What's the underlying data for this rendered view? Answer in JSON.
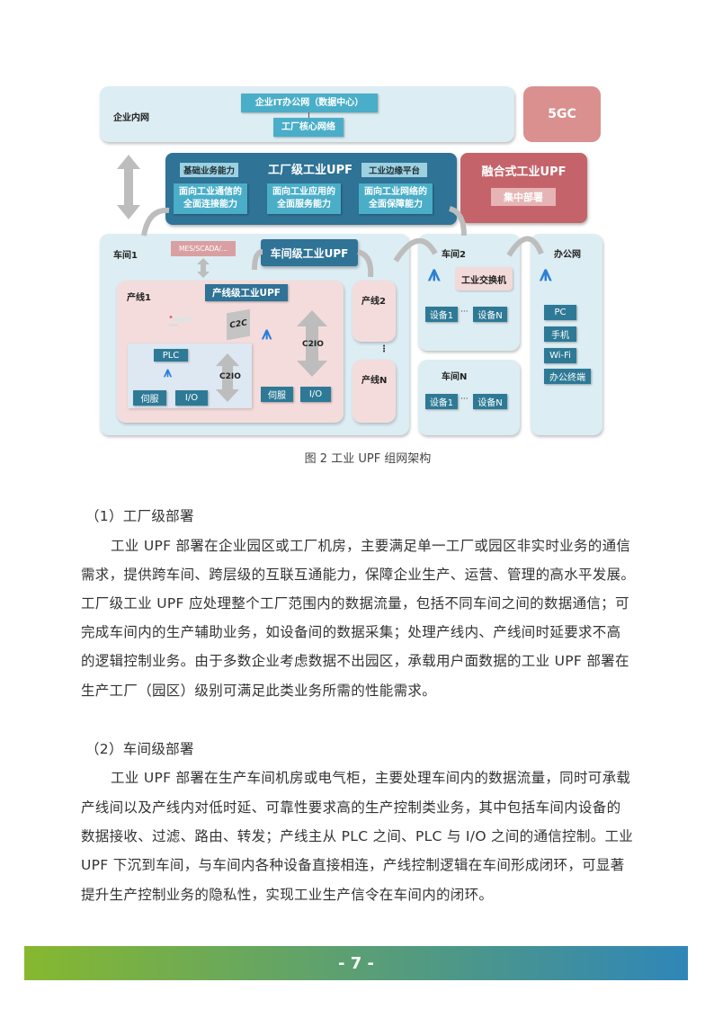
{
  "diagram": {
    "enterprise_label": "企业内网",
    "it_office": "企业IT办公网（数据中心）",
    "core_network": "工厂核心网络",
    "fivegc": "5GC",
    "factory_upf": {
      "title": "工厂级工业UPF",
      "basic": "基础业务能力",
      "edge": "工业边缘平台",
      "cap1": [
        "面向工业通信的",
        "全面连接能力"
      ],
      "cap2": [
        "面向工业应用的",
        "全面服务能力"
      ],
      "cap3": [
        "面向工业网络的",
        "全面保障能力"
      ]
    },
    "converged_upf": {
      "title": "融合式工业UPF",
      "sub": "集中部署"
    },
    "workshop1": {
      "label": "车间1",
      "mes": "MES/SCADA/...",
      "upf": "车间级工业UPF",
      "line1": "产线1",
      "line_upf": "产线级工业UPF",
      "c2c": "C2C",
      "c2io": "C2IO",
      "c2io_inner": "C2IO",
      "plc": "PLC",
      "servo": "伺服",
      "io": "I/O",
      "servo2": "伺服",
      "io2": "I/O",
      "line2": "产线2",
      "dots": "⋮",
      "lineN": "产线N"
    },
    "workshop2": {
      "label": "车间2",
      "switch": "工业交换机",
      "dev1": "设备1",
      "ellipsis": "···",
      "devN": "设备N"
    },
    "workshopN": {
      "label": "车间N",
      "dev1": "设备1",
      "ellipsis": "···",
      "devN": "设备N"
    },
    "office": {
      "label": "办公网",
      "items": [
        "PC",
        "手机",
        "Wi-Fi",
        "办公终端"
      ]
    }
  },
  "caption": "图 2  工业 UPF 组网架构",
  "section1": {
    "heading": "（1）工厂级部署",
    "lines": [
      "工业 UPF 部署在企业园区或工厂机房，主要满足单一工厂或园区非实时业务的通信",
      "需求，提供跨车间、跨层级的互联互通能力，保障企业生产、运营、管理的高水平发展。",
      "工厂级工业 UPF 应处理整个工厂范围内的数据流量，包括不同车间之间的数据通信；可",
      "完成车间内的生产辅助业务，如设备间的数据采集；处理产线内、产线间时延要求不高",
      "的逻辑控制业务。由于多数企业考虑数据不出园区，承载用户面数据的工业 UPF 部署在",
      "生产工厂（园区）级别可满足此类业务所需的性能需求。"
    ]
  },
  "section2": {
    "heading": "（2）车间级部署",
    "lines": [
      "工业 UPF 部署在生产车间机房或电气柜，主要处理车间内的数据流量，同时可承载",
      "产线间以及产线内对低时延、可靠性要求高的生产控制类业务，其中包括车间内设备的",
      "数据接收、过滤、路由、转发；产线主从 PLC 之间、PLC 与 I/O 之间的通信控制。工业",
      "UPF 下沉到车间，与车间内各种设备直接相连，产线控制逻辑在车间形成闭环，可显著",
      "提升生产控制业务的隐私性，实现工业生产信令在车间内的闭环。"
    ]
  },
  "footer": {
    "page": "- 7 -"
  },
  "colors": {
    "teal": "#4aaec8",
    "dark_teal": "#2e7a96",
    "upf_blue": "#2f7396",
    "converged": "#c4646a",
    "fivegc": "#d9908f",
    "footer_start": "#86b82f",
    "footer_end": "#2f86b8"
  }
}
